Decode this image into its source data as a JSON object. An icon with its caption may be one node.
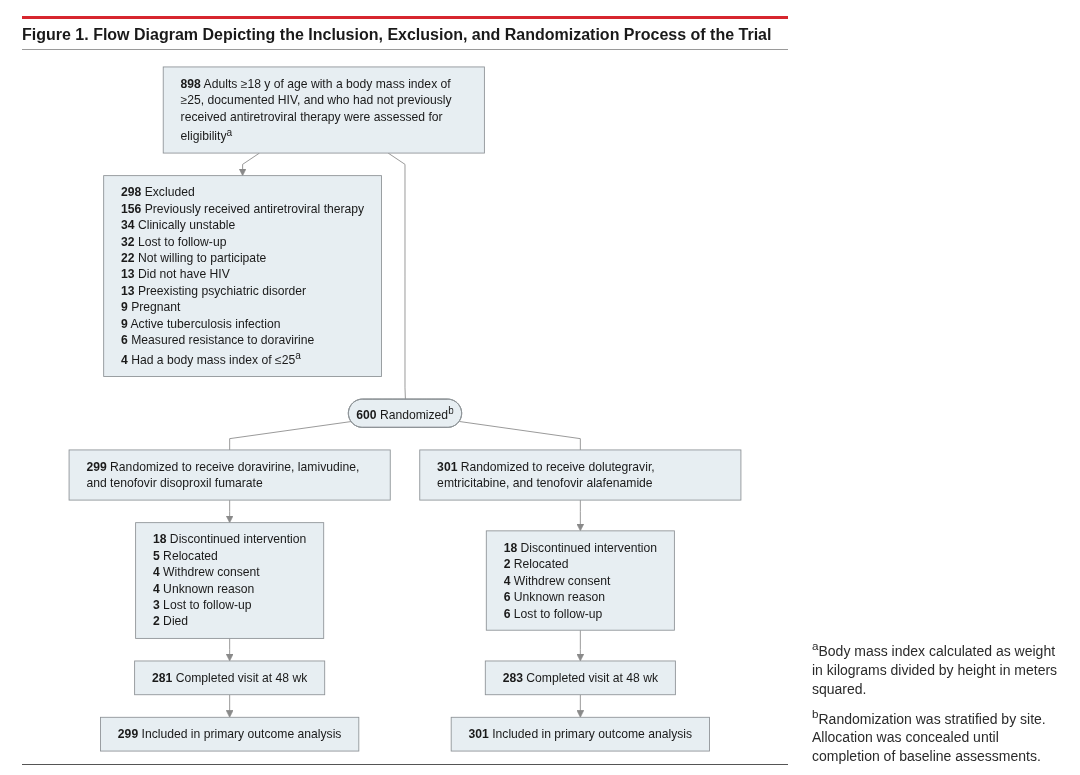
{
  "diagram": {
    "title": "Figure 1. Flow Diagram Depicting the Inclusion, Exclusion, and Randomization Process of the Trial",
    "nodes": [
      {
        "text": [
          "**898** Adults ≥18 y of age with a body mass index of ≥25, documented HIV, and who had not previously received antiretroviral therapy were assessed for eligibility$^{a}$"
        ]
      },
      {
        "text": [
          "**298** Excluded",
          "**156** Previously received antiretroviral therapy",
          "**34** Clinically unstable",
          "**32** Lost to follow-up",
          "**22** Not willing to participate",
          "**13** Did not have HIV",
          "**13** Preexisting psychiatric disorder",
          "**9** Pregnant",
          "**9** Active tuberculosis infection",
          "**6** Measured resistance to doravirine",
          "**4** Had a body mass index of ≤25$^{a}$"
        ]
      },
      {
        "text": [
          "**600** Randomized$^{b}$"
        ]
      },
      {
        "text": [
          "**299** Randomized to receive doravirine, lamivudine, and tenofovir disoproxil fumarate"
        ]
      },
      {
        "text": [
          "**301** Randomized to receive dolutegravir, emtricitabine, and tenofovir alafenamide"
        ]
      },
      {
        "text": [
          "**18** Discontinued intervention",
          "**5** Relocated",
          "**4** Withdrew consent",
          "**4** Unknown reason",
          "**3** Lost to follow-up",
          "**2** Died"
        ]
      },
      {
        "text": [
          "**18** Discontinued intervention",
          "**2** Relocated",
          "**4** Withdrew consent",
          "**6** Unknown reason",
          "**6** Lost to follow-up"
        ]
      },
      {
        "text": [
          "**281** Completed visit at 48 wk"
        ]
      },
      {
        "text": [
          "**283** Completed visit at 48 wk"
        ]
      },
      {
        "text": [
          "**299** Included in primary outcome analysis"
        ]
      },
      {
        "text": [
          "**301** Included in primary outcome analysis"
        ]
      }
    ],
    "edges": [
      {
        "from": 0,
        "to": 1,
        "arrow": "to"
      },
      {
        "from": 0,
        "to": 2,
        "arrow": "none"
      },
      {
        "from": 2,
        "to": 3,
        "arrow": "none"
      },
      {
        "from": 2,
        "to": 4,
        "arrow": "none"
      },
      {
        "from": 3,
        "to": 5,
        "arrow": "to"
      },
      {
        "from": 4,
        "to": 6,
        "arrow": "to"
      },
      {
        "from": 5,
        "to": 7,
        "arrow": "to"
      },
      {
        "from": 6,
        "to": 8,
        "arrow": "to"
      },
      {
        "from": 7,
        "to": 9,
        "arrow": "to"
      },
      {
        "from": 8,
        "to": 10,
        "arrow": "to"
      }
    ],
    "labels": [
      "$^{a}$Body mass index calculated as weight in kilograms divided by height in meters squared.",
      "$^{b}$Randomization was stratified by site. Allocation was concealed until completion of baseline assessments."
    ]
  }
}
